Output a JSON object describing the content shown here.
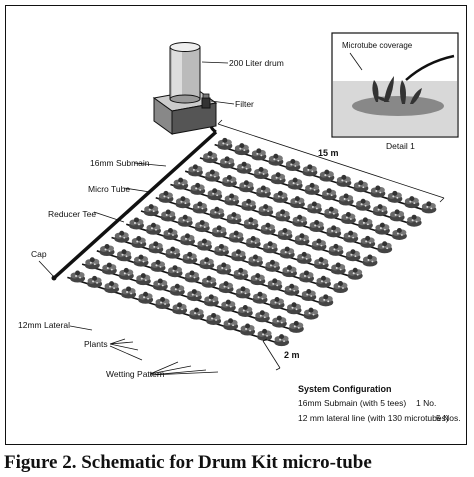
{
  "labels": {
    "drum": "200 Liter drum",
    "filter": "Filter",
    "submain": "16mm Submain",
    "micro_tube": "Micro Tube",
    "reducer_tee": "Reducer Tee",
    "cap": "Cap",
    "lateral": "12mm Lateral",
    "plants": "Plants",
    "wetting": "Wetting Pattern",
    "length": "15 m",
    "spacing": "2 m",
    "detail": "Detail 1",
    "microtube_coverage": "Microtube coverage"
  },
  "config": {
    "title": "System Configuration",
    "row1_item": "16mm Submain (with 5 tees)",
    "row1_qty": "1 No.",
    "row2_item": "12 mm lateral line (with 130 microtubes)",
    "row2_qty": "5 Nos."
  },
  "caption": "Figure 2. Schematic for Drum Kit micro-tube",
  "colors": {
    "ink": "#111111",
    "plant": "#555555",
    "soil": "#999999"
  }
}
